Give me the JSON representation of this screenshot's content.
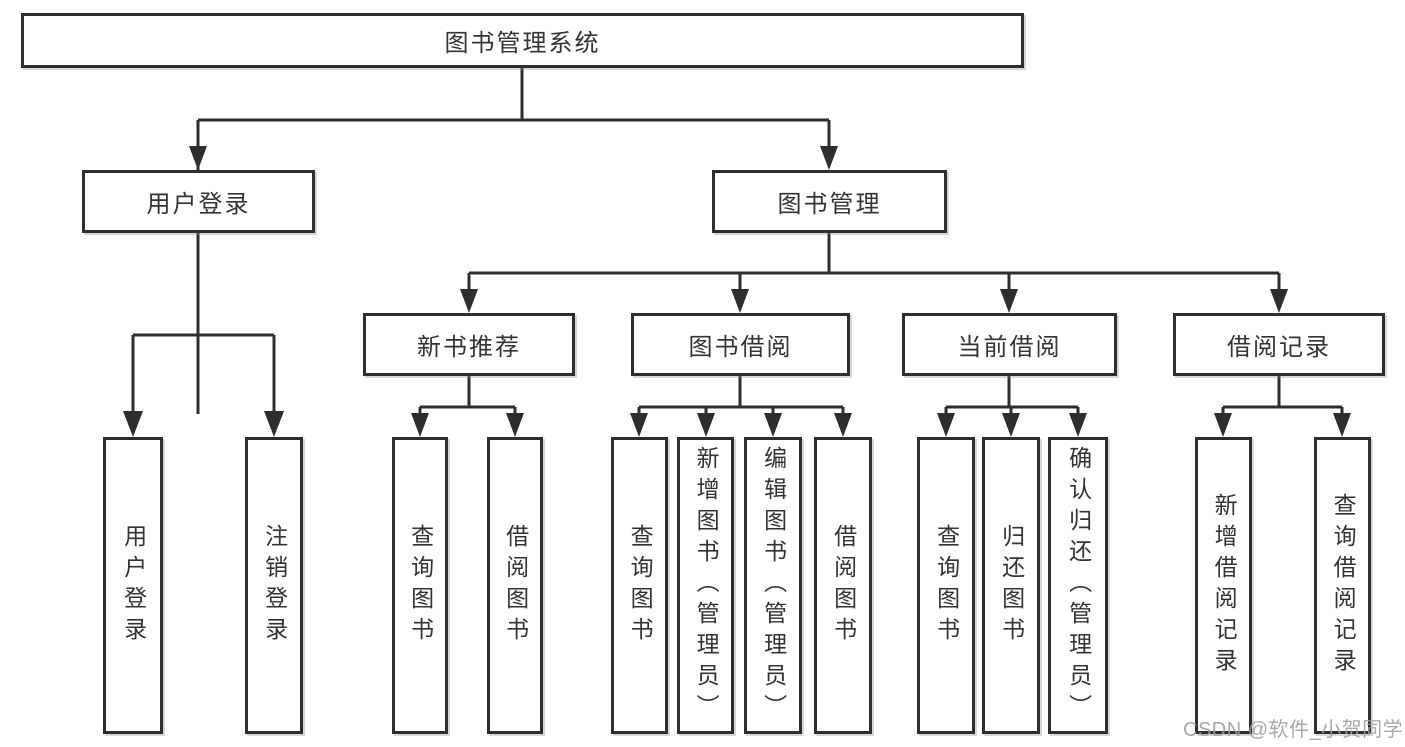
{
  "tree": {
    "label": "图书管理系统",
    "children": [
      {
        "label": "用户登录",
        "children": [
          {
            "label": "用户登录"
          },
          {
            "label": "注销登录"
          }
        ]
      },
      {
        "label": "图书管理",
        "children": [
          {
            "label": "新书推荐",
            "children": [
              {
                "label": "查询图书"
              },
              {
                "label": "借阅图书"
              }
            ]
          },
          {
            "label": "图书借阅",
            "children": [
              {
                "label": "查询图书"
              },
              {
                "label": "新增图书（管理员）"
              },
              {
                "label": "编辑图书（管理员）"
              },
              {
                "label": "借阅图书"
              }
            ]
          },
          {
            "label": "当前借阅",
            "children": [
              {
                "label": "查询图书"
              },
              {
                "label": "归还图书"
              },
              {
                "label": "确认归还（管理员）"
              }
            ]
          },
          {
            "label": "借阅记录",
            "children": [
              {
                "label": "新增借阅记录"
              },
              {
                "label": "查询借阅记录"
              }
            ]
          }
        ]
      }
    ]
  },
  "watermark": {
    "text": "CSDN @软件_小贺同学"
  },
  "colors": {
    "line": "#2e2e2e",
    "text": "#333333",
    "box_background": "#ffffff",
    "watermark": "#9e9e9e"
  }
}
